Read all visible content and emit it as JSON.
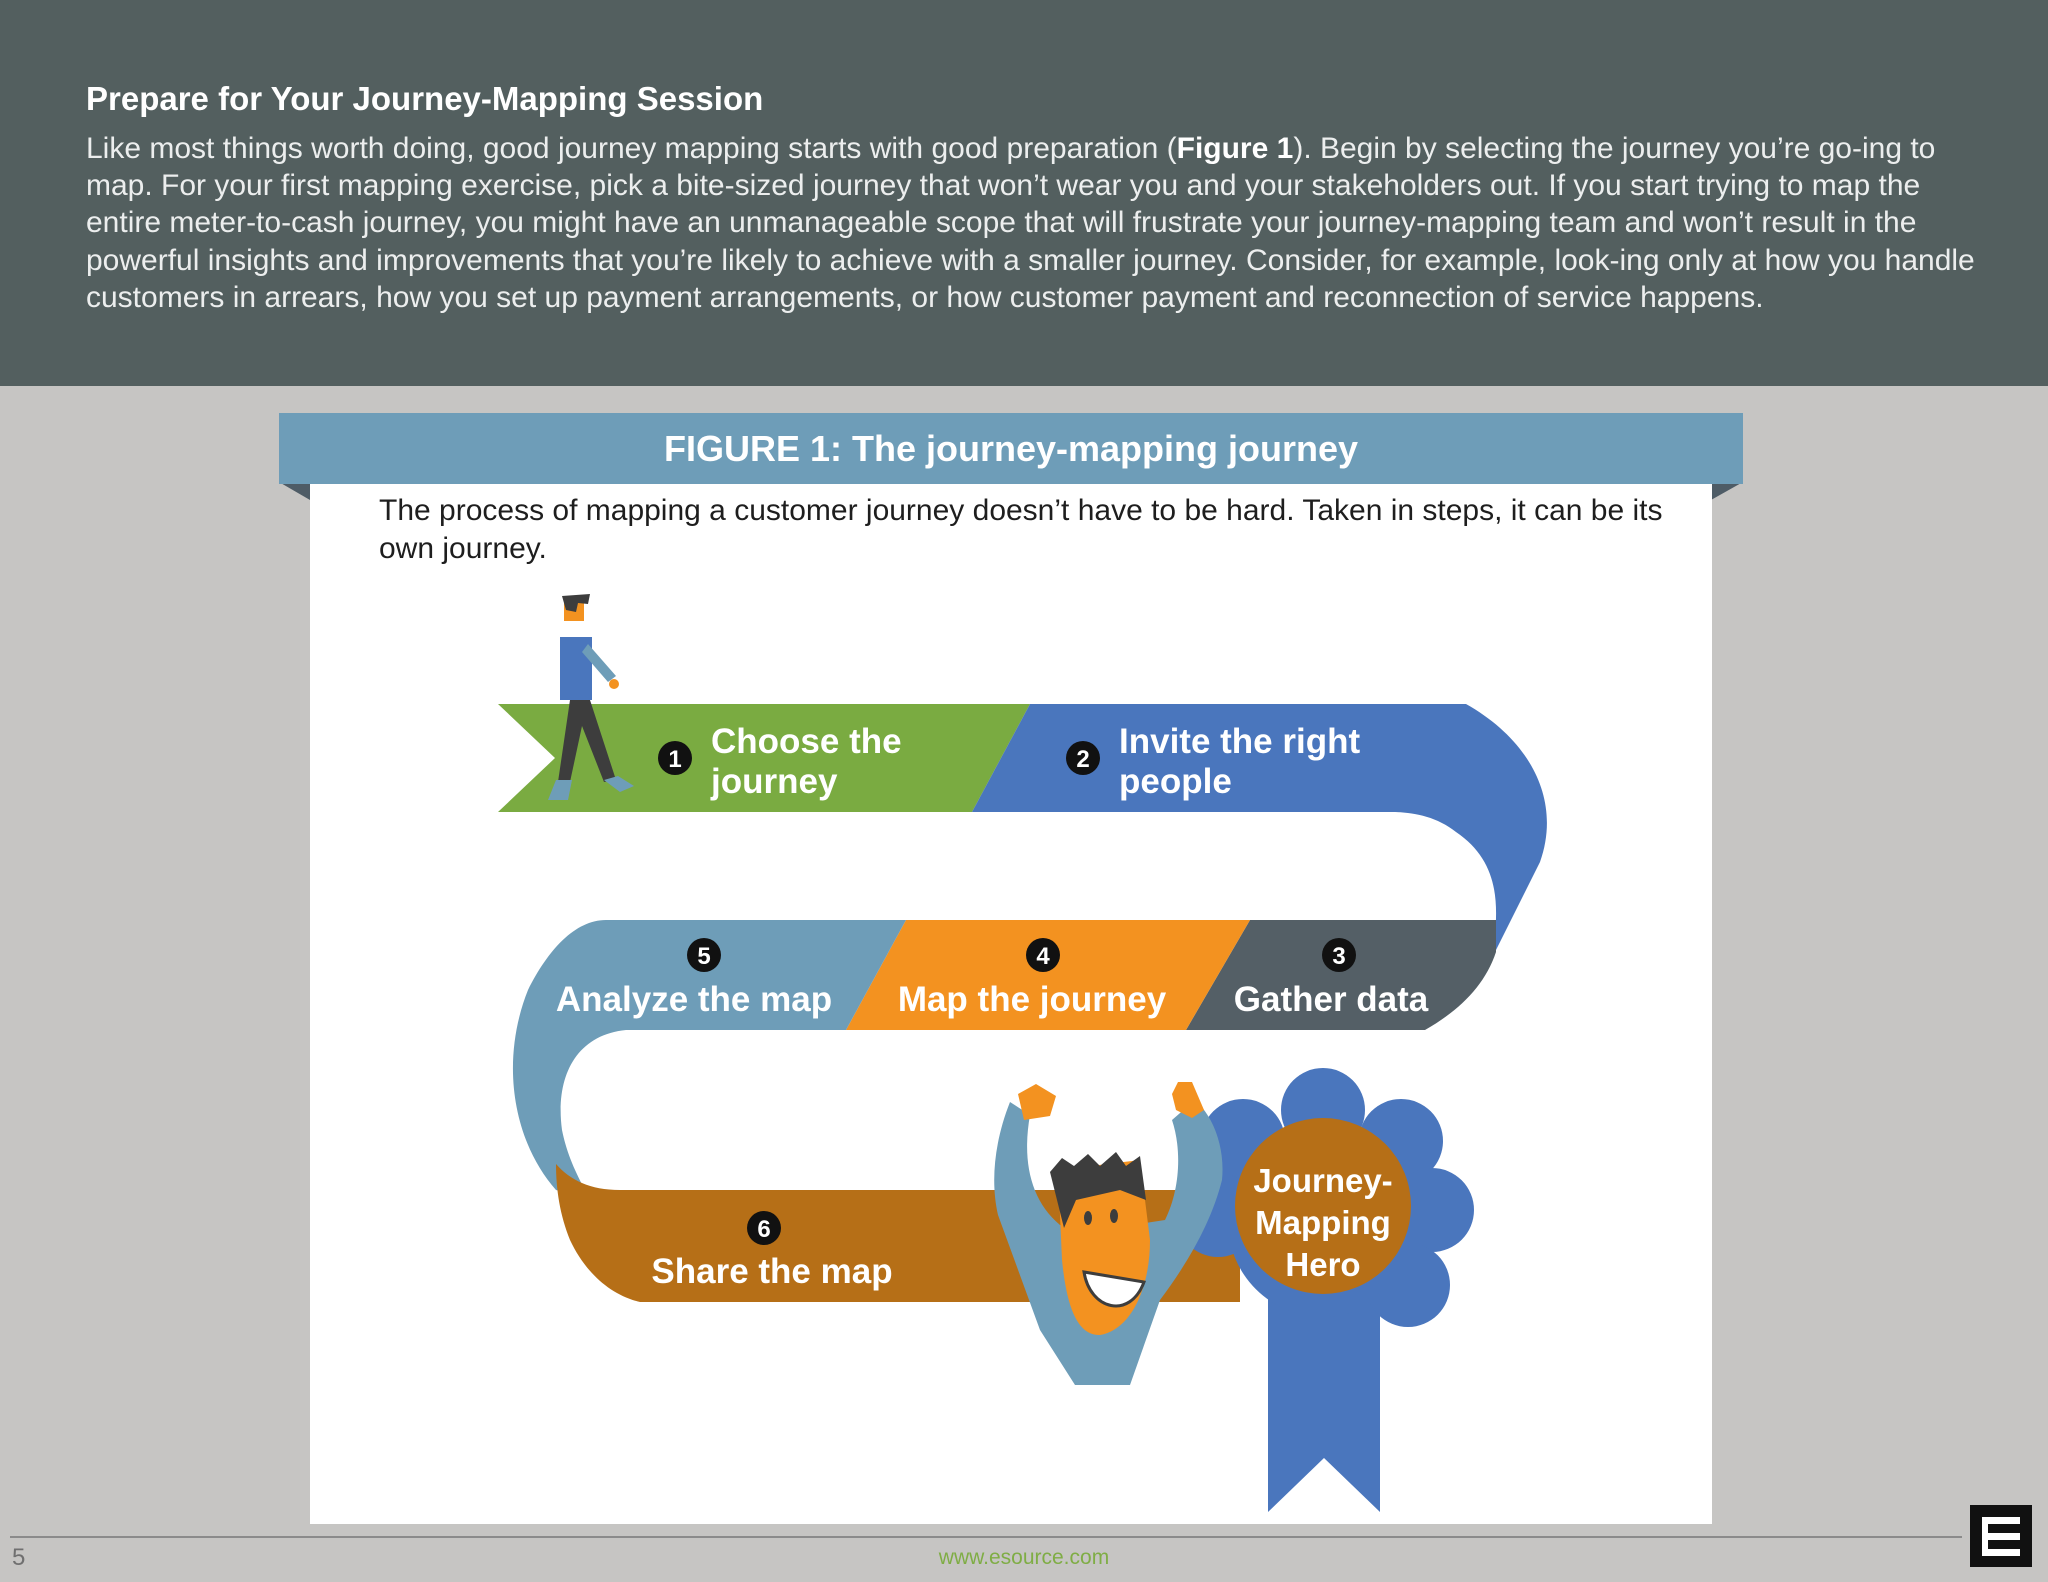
{
  "header": {
    "title": "Prepare for Your Journey-Mapping Session",
    "para_lead": "Like most things worth doing, good journey mapping starts with good preparation (",
    "para_ref": "Figure 1",
    "para_rest": "). Begin by selecting the journey you’re go-ing to map. For your first mapping exercise, pick a bite-sized journey that won’t wear you and your stakeholders out. If you start trying to map the entire meter-to-cash journey, you might have an unmanageable scope that will frustrate your journey-mapping team and won’t result in the powerful insights and improvements that you’re likely to achieve with a smaller journey. Consider, for example, look-ing only at how you handle customers in arrears, how you set up payment arrangements, or how customer payment and reconnection of service happens."
  },
  "figure": {
    "title": "FIGURE 1: The journey-mapping journey",
    "caption": "The process of mapping a customer journey doesn’t have to be hard. Taken in steps, it can be its own journey.",
    "steps": [
      {
        "num": "1",
        "line1": "Choose the",
        "line2": "journey"
      },
      {
        "num": "2",
        "line1": "Invite the right",
        "line2": "people"
      },
      {
        "num": "3",
        "label": "Gather data"
      },
      {
        "num": "4",
        "label": "Map the journey"
      },
      {
        "num": "5",
        "label": "Analyze the map"
      },
      {
        "num": "6",
        "label": "Share the map"
      }
    ],
    "badge": {
      "line1": "Journey-",
      "line2": "Mapping",
      "line3": "Hero"
    },
    "colors": {
      "step1": "#7aab41",
      "step2": "#4a76bd",
      "step3": "#545f66",
      "step4": "#f39220",
      "step5": "#6e9db8",
      "step6": "#b66f17",
      "badge_ribbon": "#4a76bd",
      "badge_center": "#b66f17"
    }
  },
  "footer": {
    "page_number": "5",
    "url": "www.esource.com",
    "menu_icon": "hamburger-menu-icon"
  }
}
